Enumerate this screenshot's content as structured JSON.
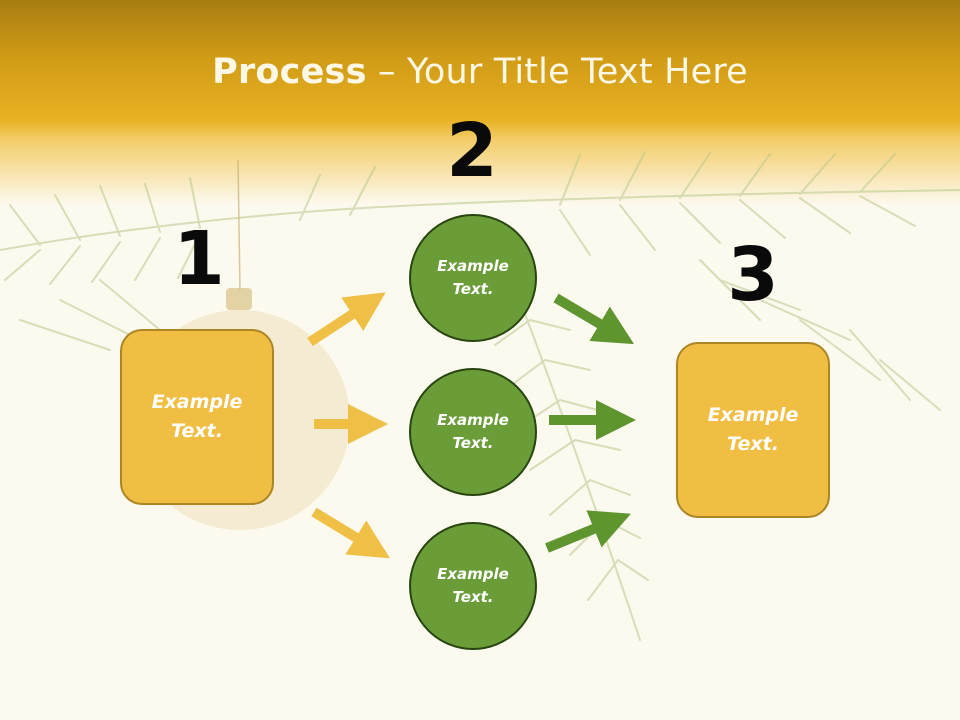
{
  "title": {
    "bold": "Process",
    "rest": " – Your Title Text Here"
  },
  "steps": {
    "one": "1",
    "two": "2",
    "three": "3"
  },
  "left_box": {
    "text": "Example Text."
  },
  "circles": [
    {
      "text": "Example Text."
    },
    {
      "text": "Example Text."
    },
    {
      "text": "Example Text."
    }
  ],
  "right_box": {
    "text": "Example Text."
  },
  "colors": {
    "header_dark": "#a77c12",
    "header_light": "#e8b224",
    "box_fill": "#f1be44",
    "circle_fill": "#6a9d37",
    "arrow_yellow": "#efc045",
    "arrow_green": "#5f952e"
  }
}
